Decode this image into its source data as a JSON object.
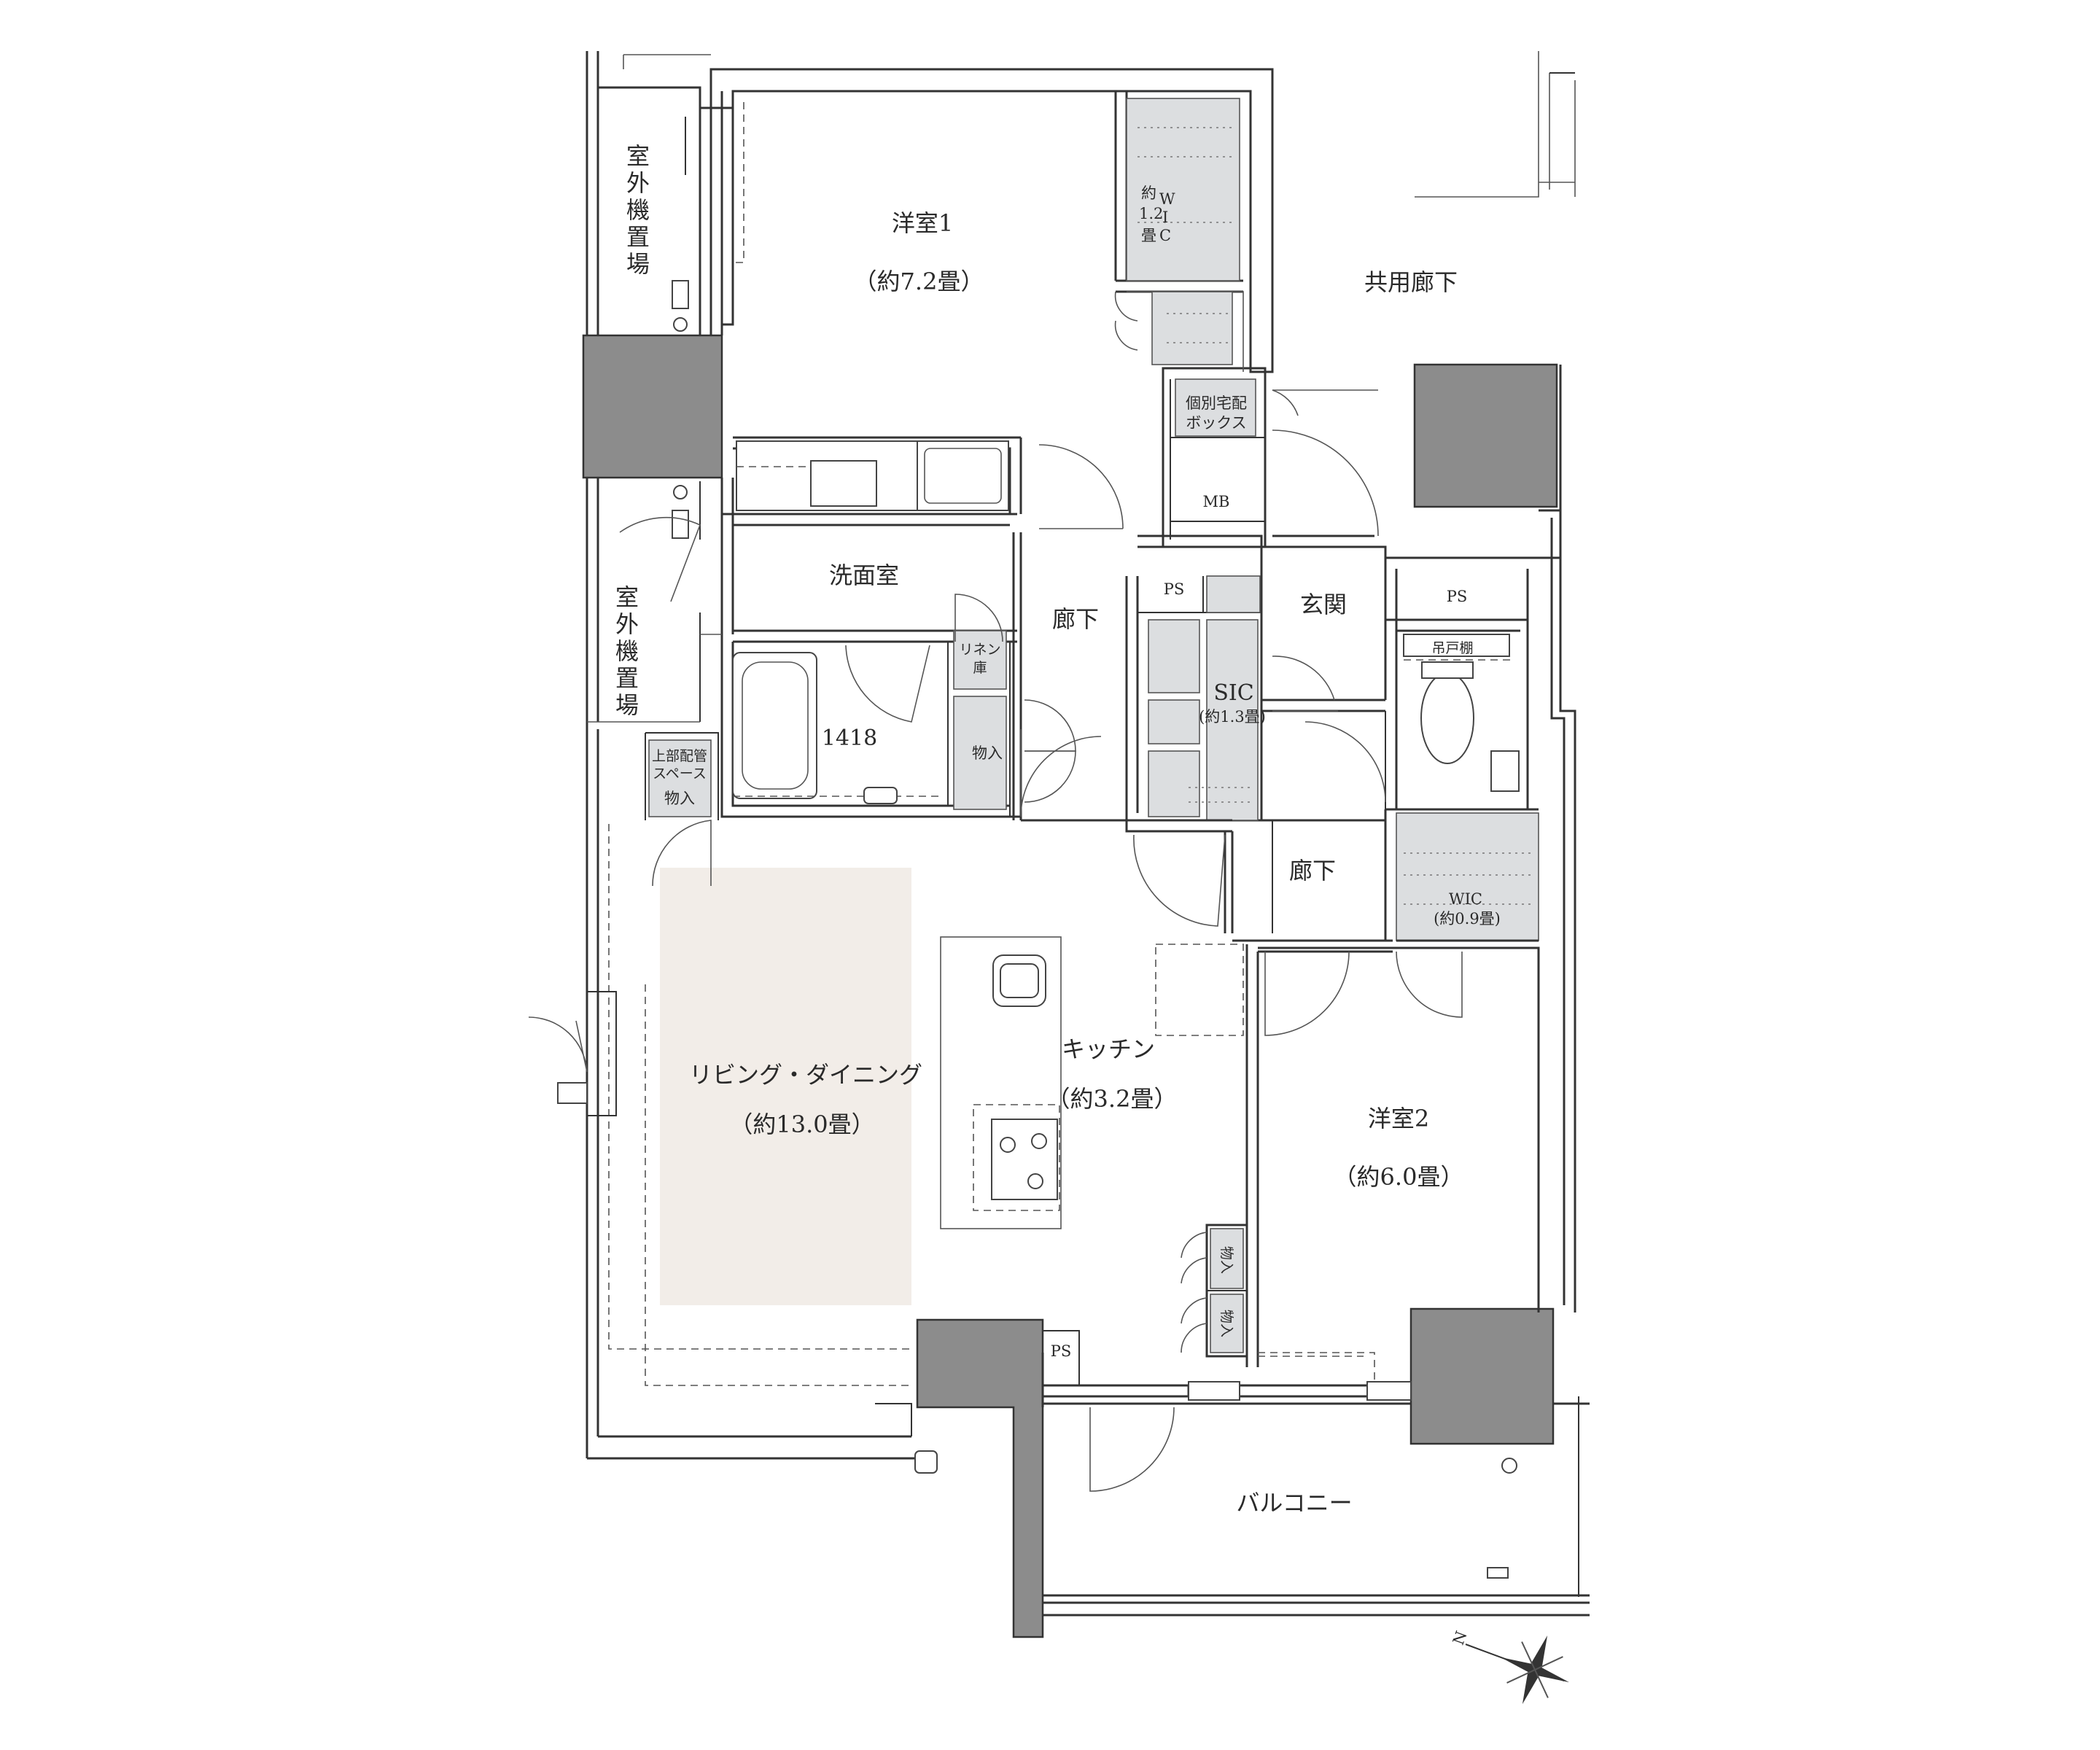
{
  "colors": {
    "wall": "#333333",
    "structural_column": "#8c8c8c",
    "storage_fill": "#dcdee0",
    "living_highlight": "#f2ede8",
    "background": "#ffffff"
  },
  "rooms": {
    "western_room_1": {
      "name": "洋室1",
      "area": "（約7.2畳）"
    },
    "wic_1": {
      "area_vertical": [
        "約",
        "1.2",
        "畳"
      ],
      "name_vertical": [
        "W",
        "I",
        "C"
      ]
    },
    "common_corridor": {
      "name": "共用廊下"
    },
    "delivery_box": {
      "line1": "個別宅配",
      "line2": "ボックス"
    },
    "mb": {
      "name": "MB"
    },
    "ac_space_top": {
      "chars": [
        "室",
        "外",
        "機",
        "置",
        "場"
      ]
    },
    "ac_space_mid": {
      "chars": [
        "室",
        "外",
        "機",
        "置",
        "場"
      ]
    },
    "washroom": {
      "name": "洗面室"
    },
    "hallway_1": {
      "name": "廊下"
    },
    "ps_1": {
      "name": "PS"
    },
    "entrance": {
      "name": "玄関"
    },
    "ps_2": {
      "name": "PS"
    },
    "linen": {
      "line1": "リネン",
      "line2": "庫"
    },
    "storage_1": {
      "name": "物入"
    },
    "bath": {
      "name": "1418"
    },
    "sic": {
      "name": "SIC",
      "area": "(約1.3畳)"
    },
    "shoe_shelf": {
      "name": "吊戸棚"
    },
    "upper_pipe": {
      "line1": "上部配管",
      "line2": "スペース",
      "line3": "物入"
    },
    "hallway_2": {
      "name": "廊下"
    },
    "wic_2": {
      "name": "WIC",
      "area": "(約0.9畳)"
    },
    "living": {
      "name": "リビング・ダイニング",
      "area": "（約13.0畳）"
    },
    "kitchen": {
      "name": "キッチン",
      "area": "（約3.2畳）"
    },
    "western_room_2": {
      "name": "洋室2",
      "area": "（約6.0畳）"
    },
    "storage_2": {
      "name": "物入"
    },
    "storage_3": {
      "name": "物入"
    },
    "ps_3": {
      "name": "PS"
    },
    "balcony": {
      "name": "バルコニー"
    }
  },
  "compass": {
    "label": "N"
  }
}
